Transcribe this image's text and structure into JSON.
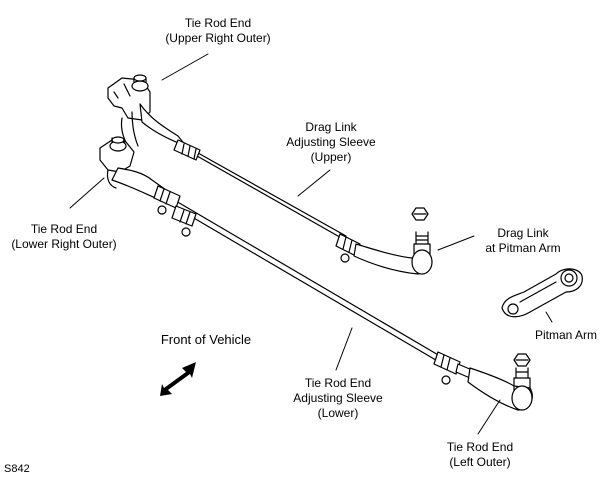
{
  "labels": {
    "tie_rod_end_upper_right": {
      "line1": "Tie Rod End",
      "line2": "(Upper Right Outer)"
    },
    "drag_link_sleeve_upper": {
      "line1": "Drag Link",
      "line2": "Adjusting Sleeve",
      "line3": "(Upper)"
    },
    "tie_rod_end_lower_right": {
      "line1": "Tie Rod End",
      "line2": "(Lower Right Outer)"
    },
    "drag_link_pitman": {
      "line1": "Drag Link",
      "line2": "at Pitman Arm"
    },
    "pitman_arm": "Pitman Arm",
    "front_of_vehicle": "Front of Vehicle",
    "tie_rod_sleeve_lower": {
      "line1": "Tie Rod End",
      "line2": "Adjusting Sleeve",
      "line3": "(Lower)"
    },
    "tie_rod_end_left": {
      "line1": "Tie Rod End",
      "line2": "(Left Outer)"
    }
  },
  "figure_code": "S842",
  "colors": {
    "ink": "#000000",
    "paper": "#ffffff",
    "shade": "#e6e6e6"
  }
}
